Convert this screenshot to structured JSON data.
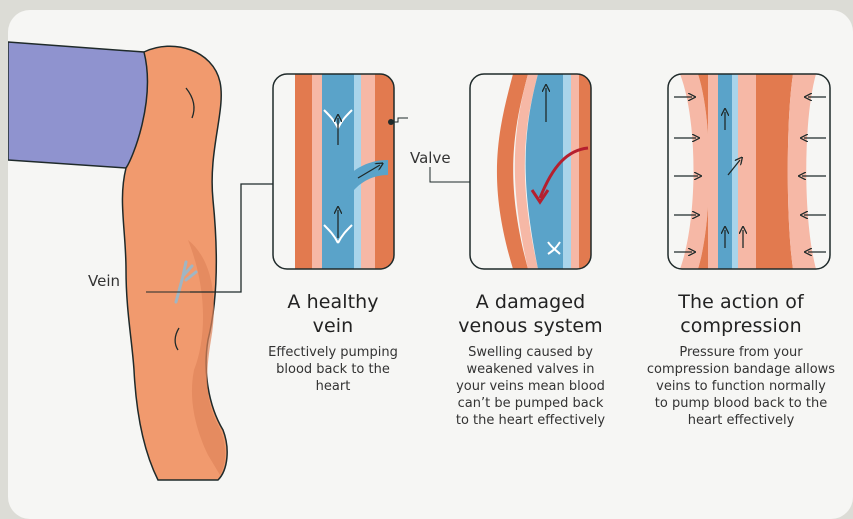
{
  "labels": {
    "vein": "Vein",
    "valve": "Valve"
  },
  "panels": [
    {
      "title_line1": "A healthy",
      "title_line2": "vein",
      "desc": [
        "Effectively pumping",
        "blood back to the",
        "heart"
      ]
    },
    {
      "title_line1": "A damaged",
      "title_line2": "venous system",
      "desc": [
        "Swelling caused by",
        "weakened valves in",
        "your veins mean blood",
        "can’t be pumped back",
        "to the heart effectively"
      ]
    },
    {
      "title_line1": "The action of",
      "title_line2": "compression",
      "desc": [
        "Pressure from your",
        "compression bandage allows",
        "veins to function normally",
        "to pump blood back to the",
        "heart effectively"
      ]
    }
  ],
  "colors": {
    "skin": "#f19a6e",
    "skin_dark": "#e0855a",
    "tissue_pink": "#f6b8a6",
    "vein_blue": "#5aa3c9",
    "vein_light": "#a9d4ea",
    "muscle": "#e27a4f",
    "pants": "#8f93cf",
    "outline": "#1f2a2a",
    "red_arrow": "#b51f2e"
  }
}
